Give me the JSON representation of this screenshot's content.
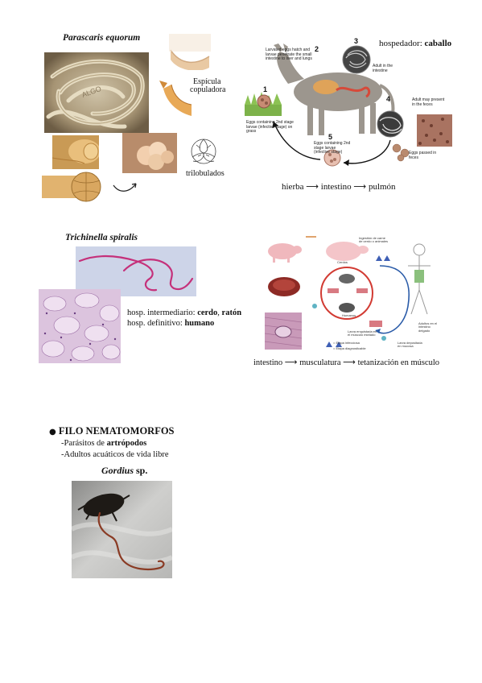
{
  "parascaris": {
    "title": "Parascaris equorum",
    "espicula_label_1": "Espícula",
    "espicula_label_2": "copuladora",
    "trilobulados_label": "trilobulados",
    "host_prefix": "hospedador:",
    "host_bold": "caballo",
    "route": [
      "hierba",
      "intestino",
      "pulmón"
    ],
    "diagram": {
      "step1": "1",
      "step2": "2",
      "step3": "3",
      "step4": "4",
      "step5": "5",
      "label_top": "Larvated eggs hatch and larvae penetrate the small intestine to liver and lungs",
      "label_adult": "Adult in the intestine",
      "label_adult_may": "Adult may present in the feces",
      "label_eggs_feces": "Eggs passed in feces",
      "label_grass": "Eggs containing 2nd stage larvae (infective stage) on grass",
      "label_stage": "Eggs containing 2nd stage larvae (infective stage)"
    }
  },
  "trichinella": {
    "title": "Trichinella spiralis",
    "intermediate_prefix": "hosp. intermediario:",
    "intermediate_bold_1": "cerdo",
    "intermediate_sep": ",",
    "intermediate_bold_2": "ratón",
    "definitive_prefix": "hosp. definitivo:",
    "definitive_bold": "humano",
    "route": [
      "intestino",
      "musculatura",
      "tetanización en músculo"
    ],
    "diagram": {
      "l1": "Ingestión de carne de cerdo o animales",
      "l2": "Cerdos",
      "l3": "Humanos",
      "l4": "Larva enquistada en el músculo estriado",
      "l5": "Adultos en el intestino delgado",
      "l6": "Larva depositada en mucosa",
      "legend1": "= Etapa infecciosa",
      "legend2": "= Etapa diagnosticable"
    }
  },
  "filo": {
    "bullet": "●",
    "heading": "FILO NEMATOMORFOS",
    "line1_prefix": "-Parásitos de",
    "line1_bold": "artrópodos",
    "line2": "-Adultos acuáticos de vida libre",
    "gordius_italic": "Gordius",
    "gordius_rest": "sp."
  },
  "arrow_glyph": "⟶"
}
